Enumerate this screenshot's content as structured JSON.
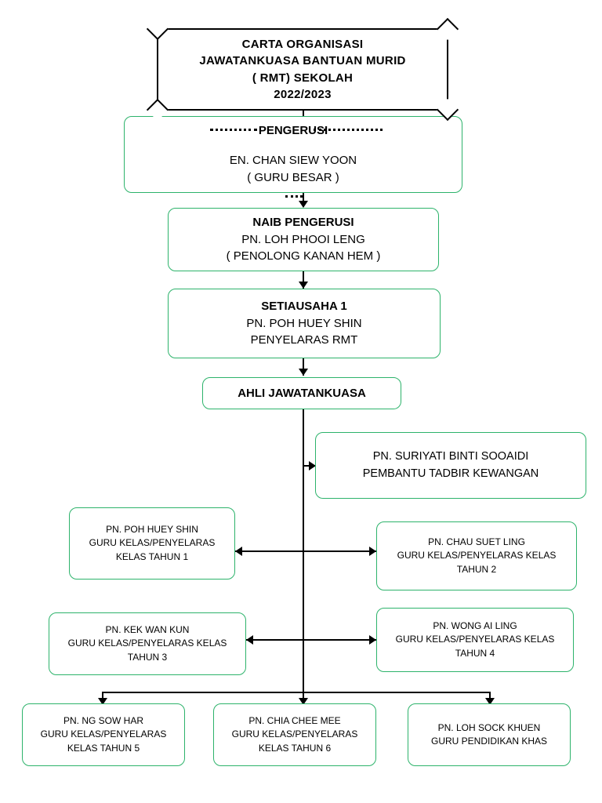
{
  "diagram": {
    "type": "organization-chart",
    "accent_color": "#2db36b",
    "line_color": "#000000",
    "background": "#ffffff",
    "title_box": {
      "lines": [
        "CARTA ORGANISASI",
        "JAWATANKUASA BANTUAN MURID",
        "( RMT) SEKOLAH",
        "2022/2023"
      ]
    },
    "nodes": {
      "pengerusi": {
        "role": "PENGERUSI",
        "name": "EN. CHAN SIEW YOON",
        "position": "( GURU BESAR )"
      },
      "naib_pengerusi": {
        "role": "NAIB PENGERUSI",
        "name": "PN. LOH PHOOI LENG",
        "position": "( PENOLONG KANAN HEM )"
      },
      "setiausaha": {
        "role": "SETIAUSAHA 1",
        "name": "PN. POH HUEY SHIN",
        "position": "PENYELARAS RMT"
      },
      "ahli_jawatankuasa": {
        "role": "AHLI JAWATANKUASA"
      },
      "pembantu_tadbir": {
        "name": "PN. SURIYATI BINTI SOOAIDI",
        "position": "PEMBANTU TADBIR KEWANGAN"
      },
      "tahun1": {
        "name": "PN. POH HUEY SHIN",
        "position_line1": "GURU KELAS/PENYELARAS",
        "position_line2": "KELAS  TAHUN 1"
      },
      "tahun2": {
        "name": "PN. CHAU SUET LING",
        "position_line1": "GURU KELAS/PENYELARAS KELAS",
        "position_line2": "TAHUN 2"
      },
      "tahun3": {
        "name": "PN. KEK WAN KUN",
        "position_line1": "GURU KELAS/PENYELARAS KELAS",
        "position_line2": "TAHUN 3"
      },
      "tahun4": {
        "name": "PN. WONG AI LING",
        "position_line1": "GURU KELAS/PENYELARAS KELAS",
        "position_line2": "TAHUN 4"
      },
      "tahun5": {
        "name": "PN. NG SOW HAR",
        "position_line1": "GURU KELAS/PENYELARAS",
        "position_line2": "KELAS  TAHUN 5"
      },
      "tahun6": {
        "name": "PN. CHIA CHEE MEE",
        "position_line1": "GURU KELAS/PENYELARAS",
        "position_line2": "KELAS  TAHUN 6"
      },
      "pendidikan_khas": {
        "name": "PN. LOH SOCK KHUEN",
        "position_line1": "GURU PENDIDIKAN KHAS"
      }
    }
  }
}
